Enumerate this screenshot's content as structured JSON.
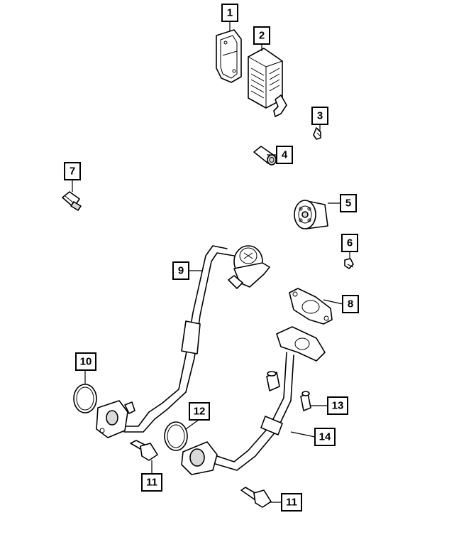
{
  "callouts": [
    {
      "id": "c1",
      "label": "1"
    },
    {
      "id": "c2",
      "label": "2"
    },
    {
      "id": "c3",
      "label": "3"
    },
    {
      "id": "c4",
      "label": "4"
    },
    {
      "id": "c5",
      "label": "5"
    },
    {
      "id": "c6",
      "label": "6"
    },
    {
      "id": "c7",
      "label": "7"
    },
    {
      "id": "c8",
      "label": "8"
    },
    {
      "id": "c9",
      "label": "9"
    },
    {
      "id": "c10",
      "label": "10"
    },
    {
      "id": "c11a",
      "label": "11"
    },
    {
      "id": "c11b",
      "label": "11"
    },
    {
      "id": "c12",
      "label": "12"
    },
    {
      "id": "c13",
      "label": "13"
    },
    {
      "id": "c14",
      "label": "14"
    }
  ]
}
